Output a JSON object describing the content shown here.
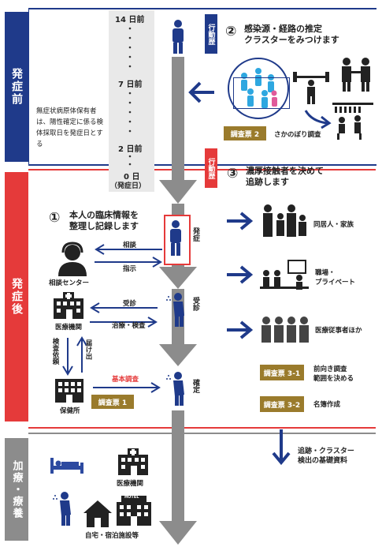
{
  "phases": {
    "before": "発症前",
    "after": "発症後",
    "treatment": "加療・療養"
  },
  "timeline": {
    "day14": "14 日前",
    "day7": "7 日前",
    "day2": "2 日前",
    "day0": "0 日",
    "day0_sub": "（発症日）"
  },
  "note": "無症状病原体保有者は、陽性確定に係る検体採取日を発症日とする",
  "tabs": {
    "action_history": "行動歴"
  },
  "step2": {
    "num": "②",
    "title_line1": "感染源・経路の推定",
    "title_line2": "クラスターをみつけます",
    "ticket": "調査票 2",
    "retro": "さかのぼり調査"
  },
  "step1": {
    "num": "①",
    "title_line1": "本人の臨床情報を",
    "title_line2": "整理し記録します",
    "onset": "発症"
  },
  "step3": {
    "num": "③",
    "title_line1": "濃厚接触者を決めて",
    "title_line2": "追跡します"
  },
  "contacts": {
    "family": "同居人・家族",
    "work": "職場・\nプライベート",
    "medical": "医療従事者ほか"
  },
  "flow": {
    "consult_center": "相談センター",
    "consult": "相談",
    "instruct": "指示",
    "medical_inst": "医療機関",
    "visit": "受診",
    "treat_test": "治療・検査",
    "visit_v": "受診",
    "test_request": "検査依頼",
    "notify": "届け出",
    "health_center": "保健所",
    "basic_survey": "基本調査",
    "confirm": "確定",
    "ticket1": "調査票 1"
  },
  "tickets3": {
    "t31": "調査票 3-1",
    "t31_desc": "前向き調査\n範囲を決める",
    "t32": "調査票 3-2",
    "t32_desc": "名簿作成"
  },
  "tracking": "追跡・クラスター\n検出の基礎資料",
  "treatment": {
    "medical_inst": "医療機関",
    "home_hotel": "自宅・宿泊施設等",
    "hotel_sign": "HOTEL"
  },
  "colors": {
    "navy": "#1f3a8a",
    "red": "#e53a3a",
    "gold": "#9a7b2c",
    "gray": "#8c8c8c"
  }
}
